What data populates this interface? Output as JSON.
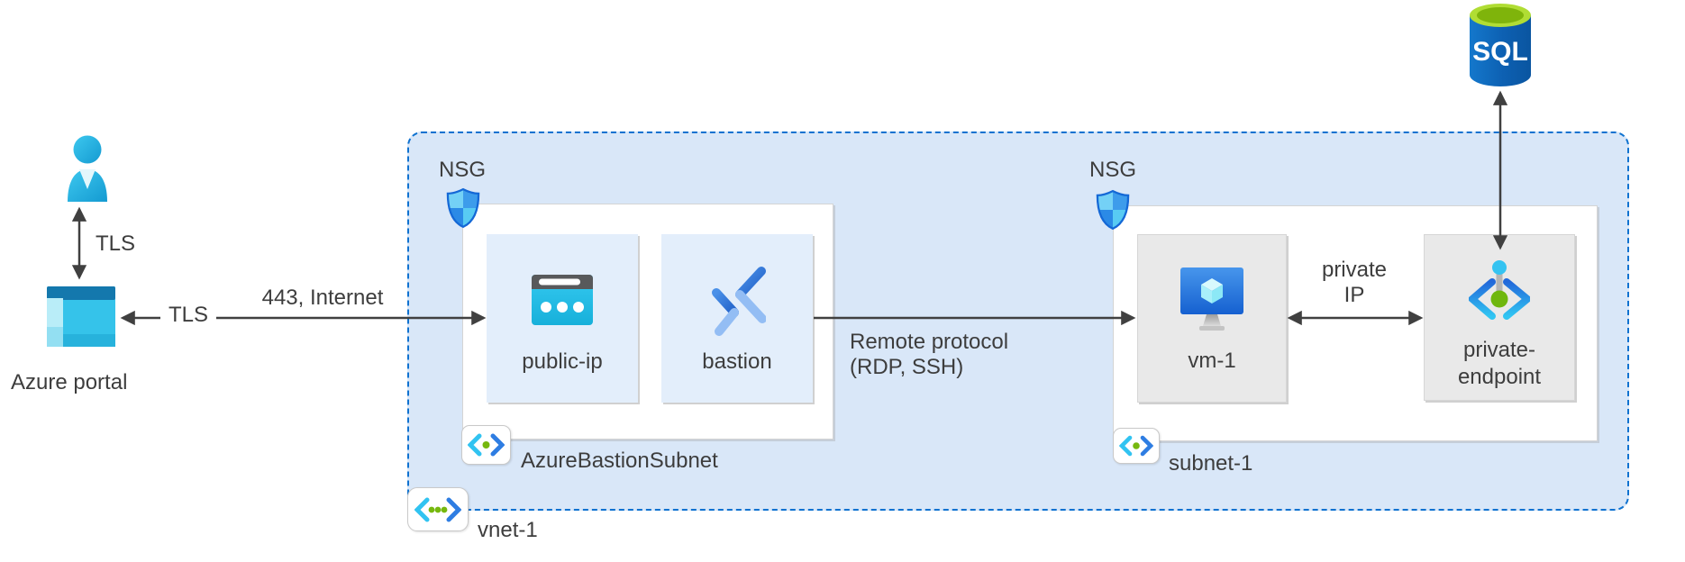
{
  "diagram_type": "azure-network-architecture",
  "colors": {
    "vnet_fill": "#d9e7f8",
    "vnet_border": "#0f72d0",
    "card_blue": "#e3eefb",
    "card_gray": "#e9e9e9",
    "connector": "#404040",
    "text": "#3d3d3d",
    "azure_blue": "#2e7de2",
    "azure_cyan": "#31c3f1",
    "green_dot": "#76b80e",
    "sql_green": "#b0dd34",
    "sql_blue": "#0d60b2"
  },
  "left": {
    "tls_vertical_label": "TLS",
    "portal_label": "Azure portal",
    "tls_horizontal_label": "TLS",
    "internet_label": "443, Internet"
  },
  "vnet": {
    "label": "vnet-1",
    "bastion_subnet": {
      "label": "AzureBastionSubnet",
      "nsg_label": "NSG",
      "cards": [
        {
          "label": "public-ip",
          "icon": "public-ip-icon"
        },
        {
          "label": "bastion",
          "icon": "bastion-icon"
        }
      ]
    },
    "subnet1": {
      "label": "subnet-1",
      "nsg_label": "NSG",
      "cards": [
        {
          "label": "vm-1",
          "icon": "virtual-machine-icon"
        },
        {
          "label": "private-endpoint",
          "icon": "private-endpoint-icon"
        }
      ]
    }
  },
  "connections": {
    "remote_protocol": [
      "Remote protocol",
      "(RDP, SSH)"
    ],
    "private_ip": [
      "private",
      "IP"
    ]
  },
  "sql": {
    "label": "SQL"
  },
  "icons": {
    "user-icon": "cyan person silhouette",
    "azure-portal-icon": "cyan window with dark top bar",
    "nsg-shield-icon": "blue quartered shield",
    "public-ip-icon": "browser window with three dots",
    "bastion-icon": "two blue chevrons forming an X",
    "virtual-machine-icon": "blue monitor with cube",
    "private-endpoint-icon": "angle brackets with pin dots",
    "subnet-icon": "angle brackets with one green dot",
    "vnet-icon": "angle brackets with three green dots",
    "sql-database-icon": "blue cylinder with lime top"
  }
}
